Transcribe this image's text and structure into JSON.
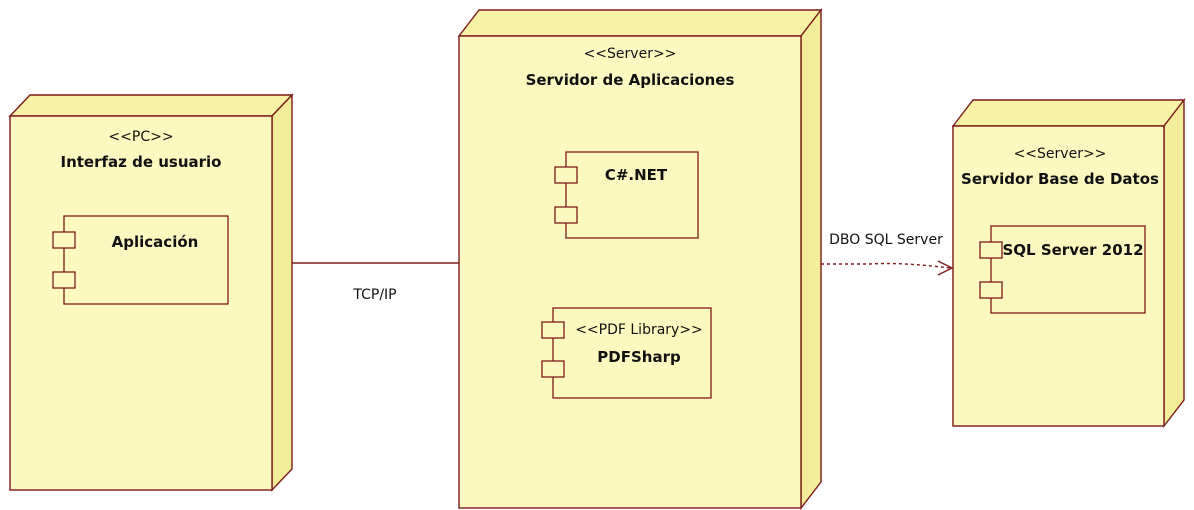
{
  "nodes": {
    "pc": {
      "stereotype": "<<PC>>",
      "title": "Interfaz de usuario",
      "component": {
        "stereotype": "",
        "title": "Aplicación"
      }
    },
    "app_server": {
      "stereotype": "<<Server>>",
      "title": "Servidor de Aplicaciones",
      "components": [
        {
          "stereotype": "",
          "title": "C#.NET"
        },
        {
          "stereotype": "<<PDF Library>>",
          "title": "PDFSharp"
        }
      ]
    },
    "db_server": {
      "stereotype": "<<Server>>",
      "title": "Servidor Base de Datos",
      "component": {
        "stereotype": "",
        "title": "SQL Server 2012"
      }
    }
  },
  "connections": {
    "tcp": {
      "label": "TCP/IP",
      "style": "solid"
    },
    "dbo": {
      "label": "DBO SQL Server",
      "style": "dashed-dependency"
    }
  },
  "colors": {
    "node_fill": "#fcf9c0",
    "stroke": "#7a1a1a",
    "text": "#111111"
  }
}
